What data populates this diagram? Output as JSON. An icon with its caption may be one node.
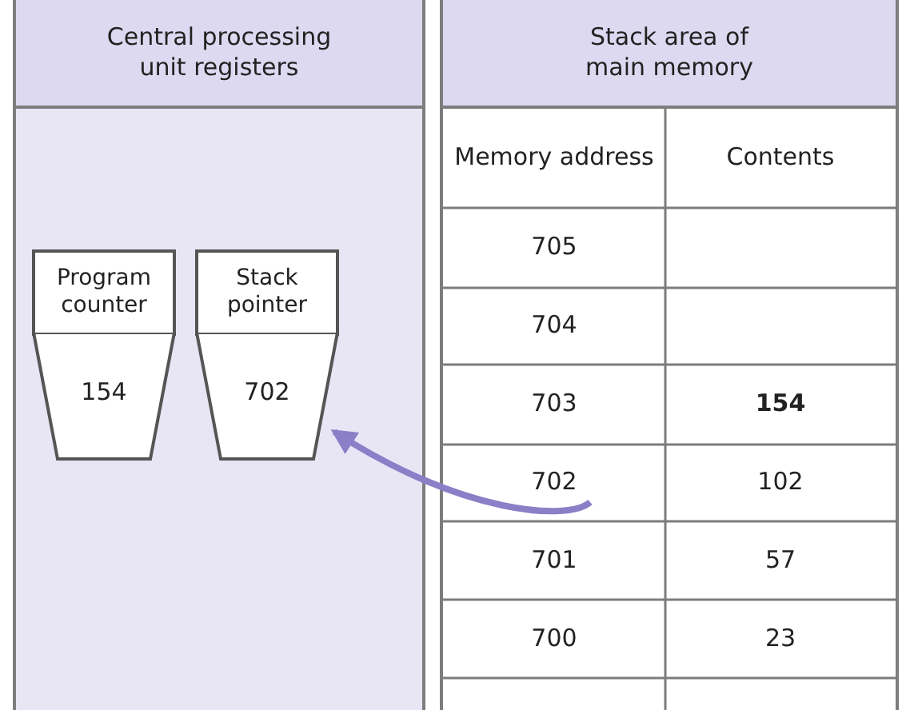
{
  "diagram": {
    "nodes": [
      {
        "text": [
          "Central processing unit registers"
        ]
      },
      {
        "text": [
          "Program counter"
        ],
        "in": 0
      },
      {
        "text": [
          "154"
        ],
        "in": 0
      },
      {
        "text": [
          "Stack pointer"
        ],
        "in": 0
      },
      {
        "text": [
          "702"
        ],
        "in": 0
      },
      {
        "text": [
          "Stack area of main memory"
        ]
      },
      {
        "text": [
          "702"
        ],
        "in": 5
      }
    ],
    "edges": [
      {
        "from": 6,
        "to": 4,
        "arrow": "to"
      }
    ],
    "labels": [
      "Memory address",
      "Contents",
      "705",
      "704",
      "703",
      "154",
      "102",
      "701",
      "57",
      "700",
      "23"
    ]
  }
}
